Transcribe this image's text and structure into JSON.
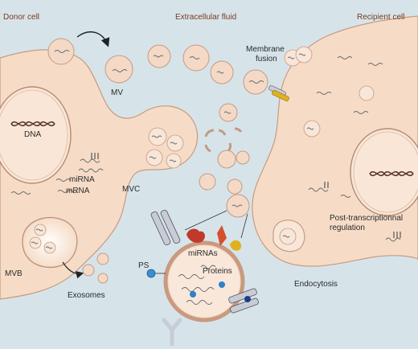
{
  "labels": {
    "donor_cell": "Donor cell",
    "extracellular_fluid": "Extracellular fluid",
    "recipient_cell": "Recipient cell",
    "dna": "DNA",
    "mirna": "miRNA",
    "mrna": "mRNA",
    "mv": "MV",
    "mvc": "MVC",
    "mvb": "MVB",
    "exosomes": "Exosomes",
    "membrane_fusion_line1": "Membrane",
    "membrane_fusion_line2": "fusion",
    "ps": "PS",
    "mirnas": "miRNAs",
    "proteins": "Proteins",
    "endocytosis": "Endocytosis",
    "post_tx_line1": "Post-transcriptionnal",
    "post_tx_line2": "regulation"
  },
  "colors": {
    "background": "#d6e4ea",
    "cell_fill": "#f6dcc7",
    "header_text": "#7a3a1e",
    "protein_red": "#c0392b",
    "protein_yellow": "#e0b020",
    "ps_blue": "#3b8fd0"
  }
}
